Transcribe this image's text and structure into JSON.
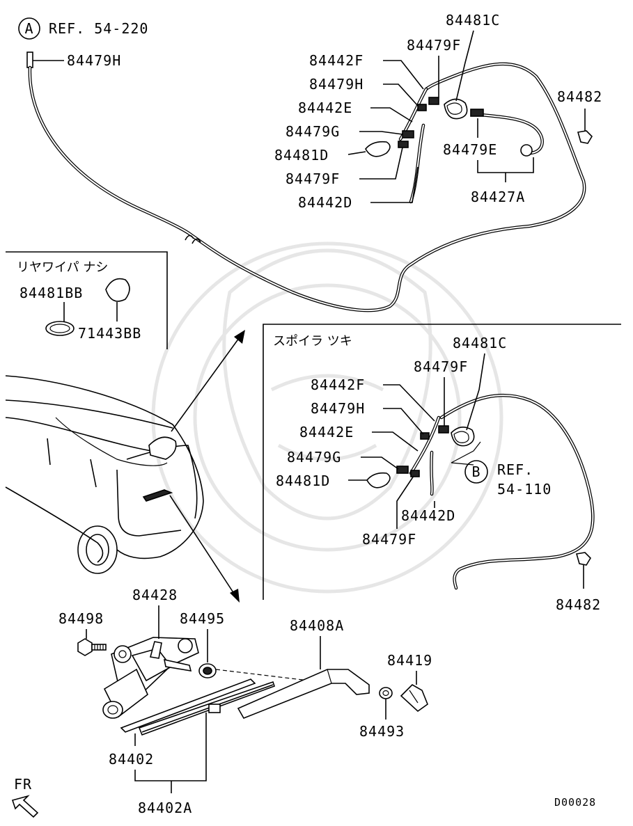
{
  "diagram_code": "D00028",
  "fr_label": "FR",
  "ref_top": {
    "marker": "A",
    "text": "REF. 54-220"
  },
  "ref_spoiler": {
    "marker": "B",
    "text_line1": "REF.",
    "text_line2": "54-110"
  },
  "section_no_wiper": {
    "title": "リヤワイパ ナシ"
  },
  "section_spoiler": {
    "title": "スポイラ ツキ"
  },
  "labels": {
    "top_84479H": "84479H",
    "top_84481C": "84481C",
    "top_84479F_a": "84479F",
    "top_84442F": "84442F",
    "top_84479H_b": "84479H",
    "top_84442E": "84442E",
    "top_84479G": "84479G",
    "top_84481D": "84481D",
    "top_84479F_b": "84479F",
    "top_84442D": "84442D",
    "top_84482": "84482",
    "top_84479E": "84479E",
    "top_84427A": "84427A",
    "nw_84481BB": "84481BB",
    "nw_71443BB": "71443BB",
    "sp_84481C": "84481C",
    "sp_84479F_a": "84479F",
    "sp_84442F": "84442F",
    "sp_84479H": "84479H",
    "sp_84442E": "84442E",
    "sp_84479G": "84479G",
    "sp_84481D": "84481D",
    "sp_84442D": "84442D",
    "sp_84479F_b": "84479F",
    "sp_84482": "84482",
    "bt_84428": "84428",
    "bt_84498": "84498",
    "bt_84495": "84495",
    "bt_84408A": "84408A",
    "bt_84419": "84419",
    "bt_84493": "84493",
    "bt_84402": "84402",
    "bt_84402A": "84402A"
  }
}
